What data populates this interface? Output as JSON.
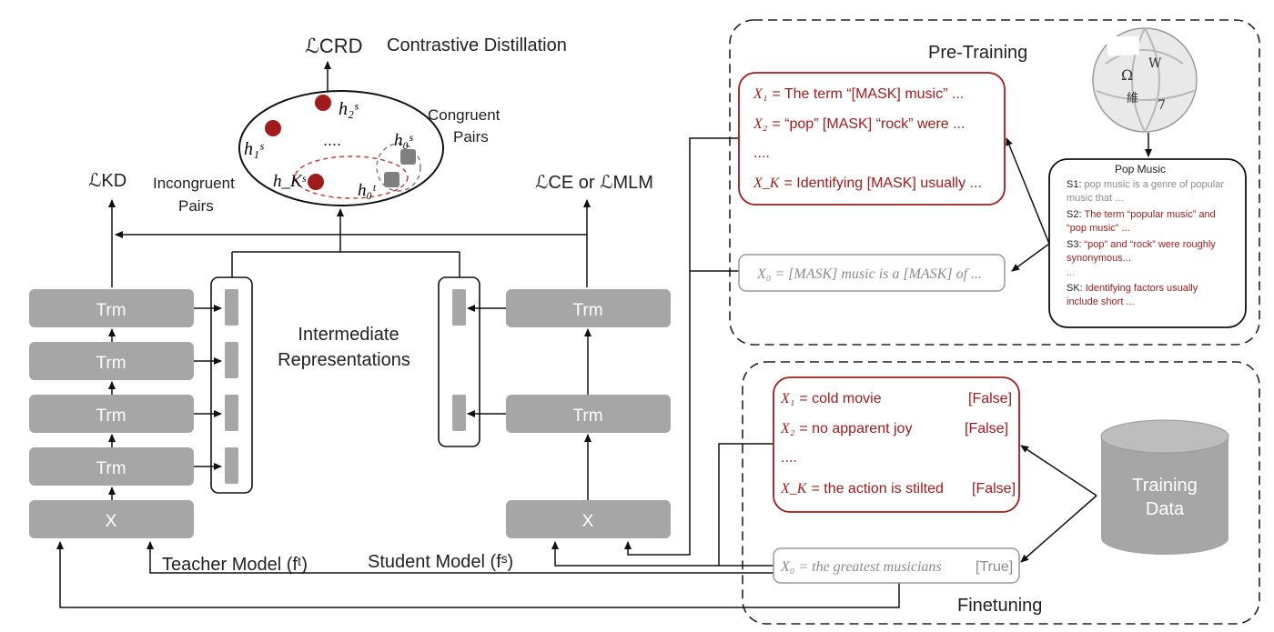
{
  "header": {
    "title": "Contrastive Distillation",
    "loss_crd": "ℒCRD",
    "loss_kd": "ℒKD",
    "loss_ce_mlm": "ℒCE or ℒMLM"
  },
  "ellipse": {
    "h2s": "h₂ˢ",
    "h1s": "h₁ˢ",
    "hks": "h_Kˢ",
    "h0s": "h₀ˢ",
    "h0t": "h₀ᵗ",
    "dots": "....",
    "congruent": [
      "Congruent",
      "Pairs"
    ],
    "incongruent": [
      "Incongruent",
      "Pairs"
    ]
  },
  "teacher": {
    "blocks": [
      "Trm",
      "Trm",
      "Trm",
      "Trm"
    ],
    "input": "X",
    "label": "Teacher Model (fᵗ)"
  },
  "student": {
    "blocks": [
      "Trm",
      "Trm"
    ],
    "input": "X",
    "label": "Student Model (fˢ)"
  },
  "intermediate": [
    "Intermediate",
    "Representations"
  ],
  "pretraining": {
    "title": "Pre-Training",
    "samples": [
      {
        "var": "X₁",
        "text": "= The term “[MASK] music” ..."
      },
      {
        "var": "X₂",
        "text": "= “pop” [MASK] “rock” were ..."
      },
      {
        "var": "",
        "text": "...."
      },
      {
        "var": "X_K",
        "text": "= Identifying [MASK] usually ..."
      }
    ],
    "query": "X₀ = [MASK] music is a [MASK] of ...",
    "wiki_card": {
      "title": "Pop Music",
      "lines": [
        {
          "key": "S1:",
          "text": "pop music is a genre of popular",
          "color": "gray"
        },
        {
          "key": "",
          "text": "music that ...",
          "color": "gray"
        },
        {
          "key": "S2:",
          "text": "The term “popular music” and",
          "color": "red"
        },
        {
          "key": "",
          "text": "“pop music” ...",
          "color": "red"
        },
        {
          "key": "S3:",
          "text": "“pop” and “rock” were roughly",
          "color": "red"
        },
        {
          "key": "",
          "text": "synonymous...",
          "color": "red"
        },
        {
          "key": "",
          "text": "...",
          "color": "gray"
        },
        {
          "key": "SK:",
          "text": "Identifying factors usually",
          "color": "red"
        },
        {
          "key": "",
          "text": "include short ...",
          "color": "red"
        }
      ]
    }
  },
  "finetuning": {
    "title": "Finetuning",
    "samples": [
      {
        "var": "X₁",
        "text": "= cold movie",
        "tag": "[False]"
      },
      {
        "var": "X₂",
        "text": "= no apparent joy",
        "tag": "[False]"
      },
      {
        "var": "",
        "text": "....",
        "tag": ""
      },
      {
        "var": "X_K",
        "text": "= the action is stilted",
        "tag": "[False]"
      }
    ],
    "query": "X₀ = the greatest musicians",
    "query_tag": "[True]",
    "data_store": [
      "Training",
      "Data"
    ]
  },
  "colors": {
    "accent_red": "#a01c1c",
    "block_gray": "#a6a6a6",
    "gray_text": "#8a8a8a"
  }
}
